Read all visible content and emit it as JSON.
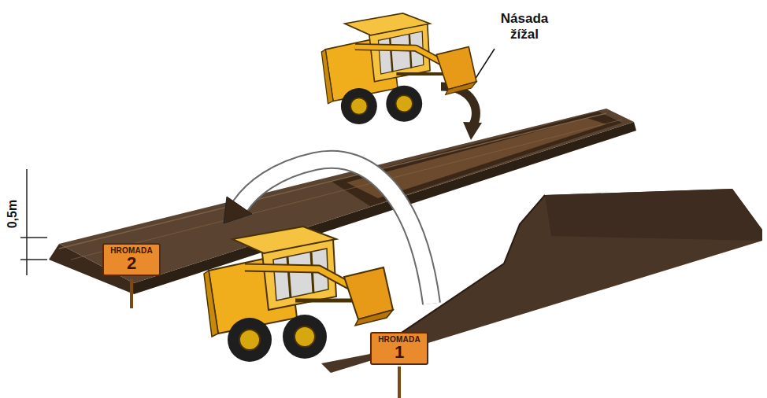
{
  "diagram": {
    "nodes": [
      {
        "text": [
          "HROMADA",
          "2"
        ]
      },
      {
        "text": [
          "HROMADA",
          "1"
        ]
      }
    ],
    "labels": [
      "Násada žížal",
      "0,5m"
    ]
  }
}
